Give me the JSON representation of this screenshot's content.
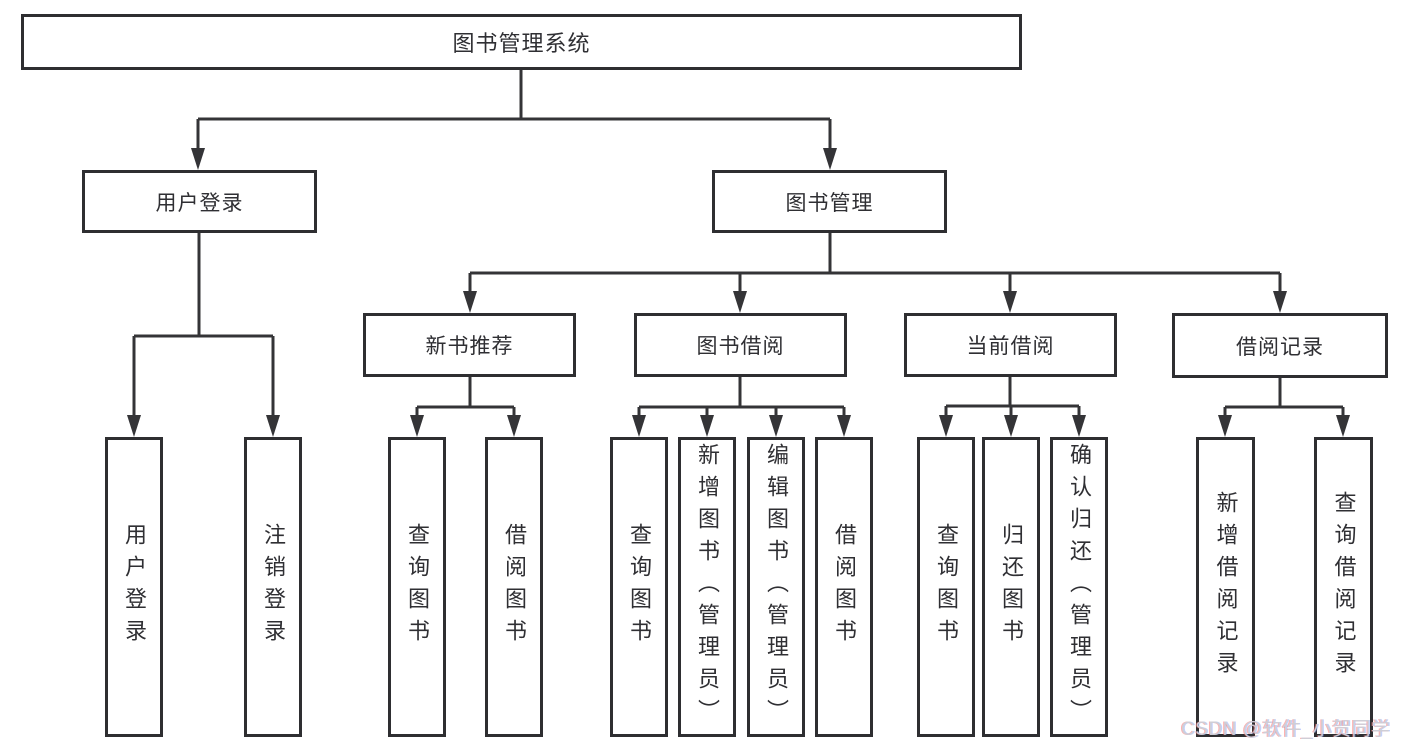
{
  "diagram": {
    "tree": {
      "root": "图书管理系统",
      "branches": [
        {
          "label": "用户登录",
          "children": [
            "用户登录",
            "注销登录"
          ]
        },
        {
          "label": "图书管理",
          "groups": [
            {
              "label": "新书推荐",
              "children": [
                "查询图书",
                "借阅图书"
              ]
            },
            {
              "label": "图书借阅",
              "children": [
                "查询图书",
                "新增图书（管理员）",
                "编辑图书（管理员）",
                "借阅图书"
              ]
            },
            {
              "label": "当前借阅",
              "children": [
                "查询图书",
                "归还图书",
                "确认归还（管理员）"
              ]
            },
            {
              "label": "借阅记录",
              "children": [
                "新增借阅记录",
                "查询借阅记录"
              ]
            }
          ]
        }
      ]
    },
    "colors": {
      "line": "#343437",
      "box_border": "#2e2e31",
      "text": "#2f2f33",
      "background": "#ffffff"
    }
  },
  "watermark": "CSDN @软件_小贺同学"
}
